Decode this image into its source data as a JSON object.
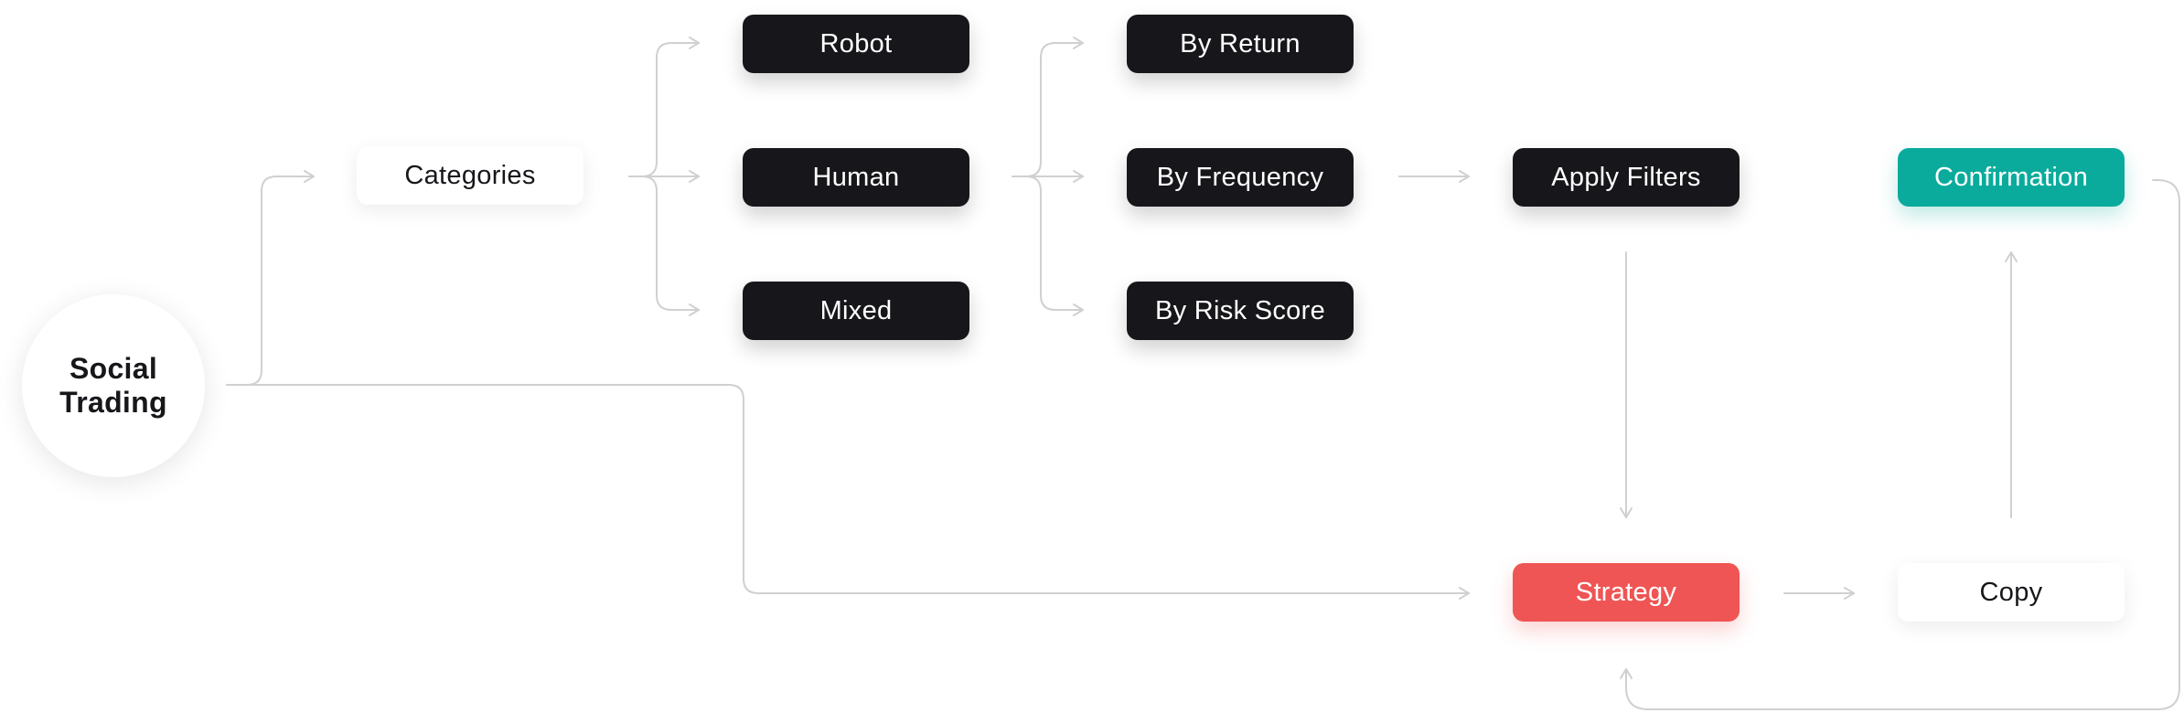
{
  "diagram": {
    "root": {
      "line1": "Social",
      "line2": "Trading"
    },
    "categories": "Categories",
    "types": {
      "robot": "Robot",
      "human": "Human",
      "mixed": "Mixed"
    },
    "filters": {
      "return": "By Return",
      "frequency": "By Frequency",
      "risk": "By Risk Score"
    },
    "apply": "Apply Filters",
    "strategy": "Strategy",
    "copy": "Copy",
    "confirmation": "Confirmation"
  },
  "colors": {
    "dark_node": "#17171b",
    "strategy": "#ef5554",
    "confirmation": "#0aab9c",
    "connector": "#d0d0d0"
  }
}
